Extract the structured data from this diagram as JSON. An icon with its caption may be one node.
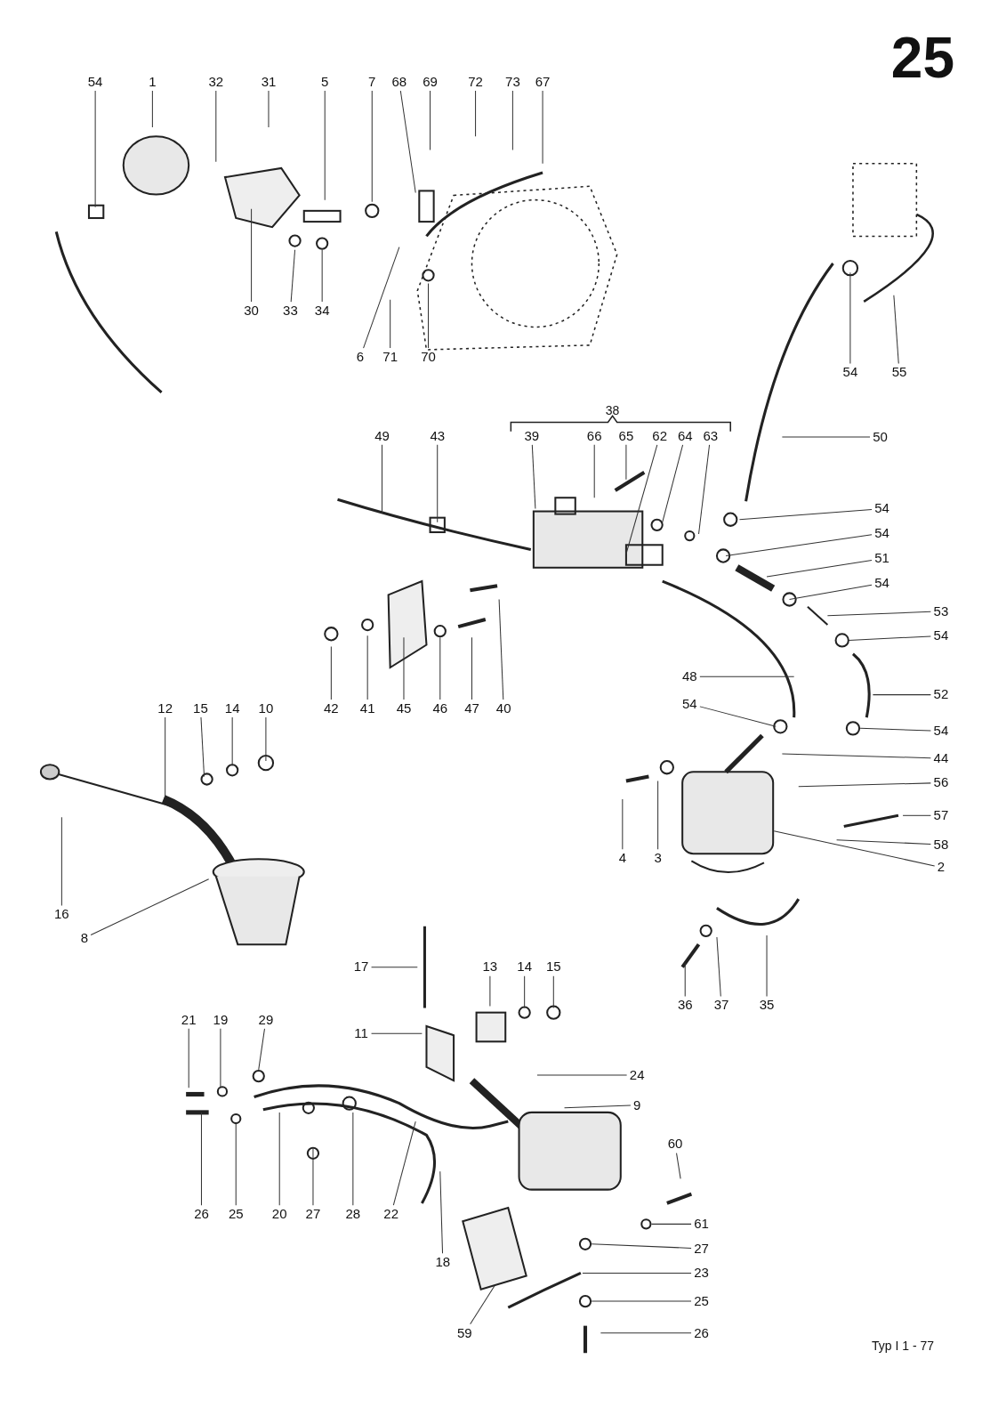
{
  "diagram": {
    "title": "25",
    "nodes": [
      {
        "text": [
          "54"
        ]
      },
      {
        "text": [
          "1"
        ]
      },
      {
        "text": [
          "32"
        ]
      },
      {
        "text": [
          "31"
        ]
      },
      {
        "text": [
          "5"
        ]
      },
      {
        "text": [
          "7"
        ]
      },
      {
        "text": [
          "68"
        ]
      },
      {
        "text": [
          "69"
        ]
      },
      {
        "text": [
          "72"
        ]
      },
      {
        "text": [
          "73"
        ]
      },
      {
        "text": [
          "67"
        ]
      },
      {
        "text": [
          "30"
        ]
      },
      {
        "text": [
          "33"
        ]
      },
      {
        "text": [
          "34"
        ]
      },
      {
        "text": [
          "6"
        ]
      },
      {
        "text": [
          "71"
        ]
      },
      {
        "text": [
          "70"
        ]
      },
      {
        "text": [
          "54"
        ]
      },
      {
        "text": [
          "55"
        ]
      },
      {
        "text": [
          "49"
        ]
      },
      {
        "text": [
          "43"
        ]
      },
      {
        "text": [
          "39"
        ]
      },
      {
        "text": [
          "66"
        ]
      },
      {
        "text": [
          "65"
        ]
      },
      {
        "text": [
          "62"
        ]
      },
      {
        "text": [
          "64"
        ]
      },
      {
        "text": [
          "63"
        ]
      },
      {
        "text": [
          "50"
        ]
      },
      {
        "text": [
          "54"
        ]
      },
      {
        "text": [
          "54"
        ]
      },
      {
        "text": [
          "51"
        ]
      },
      {
        "text": [
          "54"
        ]
      },
      {
        "text": [
          "53"
        ]
      },
      {
        "text": [
          "54"
        ]
      },
      {
        "text": [
          "52"
        ]
      },
      {
        "text": [
          "54"
        ]
      },
      {
        "text": [
          "44"
        ]
      },
      {
        "text": [
          "56"
        ]
      },
      {
        "text": [
          "57"
        ]
      },
      {
        "text": [
          "58"
        ]
      },
      {
        "text": [
          "2"
        ]
      },
      {
        "text": [
          "48"
        ]
      },
      {
        "text": [
          "54"
        ]
      },
      {
        "text": [
          "42"
        ]
      },
      {
        "text": [
          "41"
        ]
      },
      {
        "text": [
          "45"
        ]
      },
      {
        "text": [
          "46"
        ]
      },
      {
        "text": [
          "47"
        ]
      },
      {
        "text": [
          "40"
        ]
      },
      {
        "text": [
          "12"
        ]
      },
      {
        "text": [
          "15"
        ]
      },
      {
        "text": [
          "14"
        ]
      },
      {
        "text": [
          "10"
        ]
      },
      {
        "text": [
          "16"
        ]
      },
      {
        "text": [
          "8"
        ]
      },
      {
        "text": [
          "4"
        ]
      },
      {
        "text": [
          "3"
        ]
      },
      {
        "text": [
          "36"
        ]
      },
      {
        "text": [
          "37"
        ]
      },
      {
        "text": [
          "35"
        ]
      },
      {
        "text": [
          "17"
        ]
      },
      {
        "text": [
          "11"
        ]
      },
      {
        "text": [
          "13"
        ]
      },
      {
        "text": [
          "14"
        ]
      },
      {
        "text": [
          "15"
        ]
      },
      {
        "text": [
          "21"
        ]
      },
      {
        "text": [
          "19"
        ]
      },
      {
        "text": [
          "29"
        ]
      },
      {
        "text": [
          "24"
        ]
      },
      {
        "text": [
          "9"
        ]
      },
      {
        "text": [
          "26"
        ]
      },
      {
        "text": [
          "25"
        ]
      },
      {
        "text": [
          "20"
        ]
      },
      {
        "text": [
          "27"
        ]
      },
      {
        "text": [
          "28"
        ]
      },
      {
        "text": [
          "22"
        ]
      },
      {
        "text": [
          "18"
        ]
      },
      {
        "text": [
          "60"
        ]
      },
      {
        "text": [
          "61"
        ]
      },
      {
        "text": [
          "27"
        ]
      },
      {
        "text": [
          "23"
        ]
      },
      {
        "text": [
          "25"
        ]
      },
      {
        "text": [
          "26"
        ]
      },
      {
        "text": [
          "59"
        ]
      }
    ],
    "edges": [
      {
        "from": 0,
        "to": null,
        "arrow": "none"
      },
      {
        "from": 1,
        "to": null,
        "arrow": "none"
      },
      {
        "from": 2,
        "to": null,
        "arrow": "none"
      },
      {
        "from": 3,
        "to": null,
        "arrow": "none"
      },
      {
        "from": 4,
        "to": null,
        "arrow": "none"
      },
      {
        "from": 5,
        "to": null,
        "arrow": "none"
      },
      {
        "from": 6,
        "to": null,
        "arrow": "none"
      },
      {
        "from": 7,
        "to": null,
        "arrow": "none"
      },
      {
        "from": 8,
        "to": null,
        "arrow": "none"
      },
      {
        "from": 9,
        "to": null,
        "arrow": "none"
      },
      {
        "from": 10,
        "to": null,
        "arrow": "none"
      },
      {
        "from": 11,
        "to": null,
        "arrow": "none"
      },
      {
        "from": 12,
        "to": null,
        "arrow": "none"
      },
      {
        "from": 13,
        "to": null,
        "arrow": "none"
      },
      {
        "from": 14,
        "to": null,
        "arrow": "none"
      },
      {
        "from": 15,
        "to": null,
        "arrow": "none"
      },
      {
        "from": 16,
        "to": null,
        "arrow": "none"
      },
      {
        "from": 17,
        "to": null,
        "arrow": "none"
      },
      {
        "from": 18,
        "to": null,
        "arrow": "none"
      },
      {
        "from": 19,
        "to": null,
        "arrow": "none"
      },
      {
        "from": 20,
        "to": null,
        "arrow": "none"
      },
      {
        "from": 21,
        "to": null,
        "arrow": "none"
      },
      {
        "from": 22,
        "to": null,
        "arrow": "none"
      },
      {
        "from": 23,
        "to": null,
        "arrow": "none"
      },
      {
        "from": 24,
        "to": null,
        "arrow": "none"
      },
      {
        "from": 25,
        "to": null,
        "arrow": "none"
      },
      {
        "from": 26,
        "to": null,
        "arrow": "none"
      },
      {
        "from": 27,
        "to": null,
        "arrow": "none"
      },
      {
        "from": 28,
        "to": null,
        "arrow": "none"
      },
      {
        "from": 29,
        "to": null,
        "arrow": "none"
      },
      {
        "from": 30,
        "to": null,
        "arrow": "none"
      },
      {
        "from": 31,
        "to": null,
        "arrow": "none"
      },
      {
        "from": 32,
        "to": null,
        "arrow": "none"
      },
      {
        "from": 33,
        "to": null,
        "arrow": "none"
      },
      {
        "from": 34,
        "to": null,
        "arrow": "none"
      },
      {
        "from": 35,
        "to": null,
        "arrow": "none"
      },
      {
        "from": 36,
        "to": null,
        "arrow": "none"
      },
      {
        "from": 37,
        "to": null,
        "arrow": "none"
      },
      {
        "from": 38,
        "to": null,
        "arrow": "none"
      },
      {
        "from": 39,
        "to": null,
        "arrow": "none"
      },
      {
        "from": 40,
        "to": null,
        "arrow": "none"
      },
      {
        "from": 41,
        "to": null,
        "arrow": "none"
      },
      {
        "from": 42,
        "to": null,
        "arrow": "none"
      },
      {
        "from": 43,
        "to": null,
        "arrow": "none"
      },
      {
        "from": 44,
        "to": null,
        "arrow": "none"
      },
      {
        "from": 45,
        "to": null,
        "arrow": "none"
      },
      {
        "from": 46,
        "to": null,
        "arrow": "none"
      },
      {
        "from": 47,
        "to": null,
        "arrow": "none"
      },
      {
        "from": 48,
        "to": null,
        "arrow": "none"
      },
      {
        "from": 49,
        "to": null,
        "arrow": "none"
      },
      {
        "from": 50,
        "to": null,
        "arrow": "none"
      },
      {
        "from": 51,
        "to": null,
        "arrow": "none"
      },
      {
        "from": 52,
        "to": null,
        "arrow": "none"
      },
      {
        "from": 53,
        "to": null,
        "arrow": "none"
      },
      {
        "from": 54,
        "to": null,
        "arrow": "none"
      },
      {
        "from": 55,
        "to": null,
        "arrow": "none"
      },
      {
        "from": 56,
        "to": null,
        "arrow": "none"
      },
      {
        "from": 57,
        "to": null,
        "arrow": "none"
      },
      {
        "from": 58,
        "to": null,
        "arrow": "none"
      },
      {
        "from": 59,
        "to": null,
        "arrow": "none"
      },
      {
        "from": 60,
        "to": null,
        "arrow": "none"
      },
      {
        "from": 61,
        "to": null,
        "arrow": "none"
      },
      {
        "from": 62,
        "to": null,
        "arrow": "none"
      },
      {
        "from": 63,
        "to": null,
        "arrow": "none"
      },
      {
        "from": 64,
        "to": null,
        "arrow": "none"
      },
      {
        "from": 65,
        "to": null,
        "arrow": "none"
      },
      {
        "from": 66,
        "to": null,
        "arrow": "none"
      },
      {
        "from": 67,
        "to": null,
        "arrow": "none"
      },
      {
        "from": 68,
        "to": null,
        "arrow": "none"
      },
      {
        "from": 69,
        "to": null,
        "arrow": "none"
      },
      {
        "from": 70,
        "to": null,
        "arrow": "none"
      },
      {
        "from": 71,
        "to": null,
        "arrow": "none"
      },
      {
        "from": 72,
        "to": null,
        "arrow": "none"
      },
      {
        "from": 73,
        "to": null,
        "arrow": "none"
      },
      {
        "from": 74,
        "to": null,
        "arrow": "none"
      },
      {
        "from": 75,
        "to": null,
        "arrow": "none"
      },
      {
        "from": 76,
        "to": null,
        "arrow": "none"
      },
      {
        "from": 77,
        "to": null,
        "arrow": "none"
      },
      {
        "from": 78,
        "to": null,
        "arrow": "none"
      },
      {
        "from": 79,
        "to": null,
        "arrow": "none"
      },
      {
        "from": 80,
        "to": null,
        "arrow": "none"
      },
      {
        "from": 81,
        "to": null,
        "arrow": "none"
      },
      {
        "from": 82,
        "to": null,
        "arrow": "none"
      },
      {
        "from": 83,
        "to": null,
        "arrow": "none"
      }
    ],
    "labels": [
      "38",
      "Typ I 1 - 77"
    ]
  }
}
